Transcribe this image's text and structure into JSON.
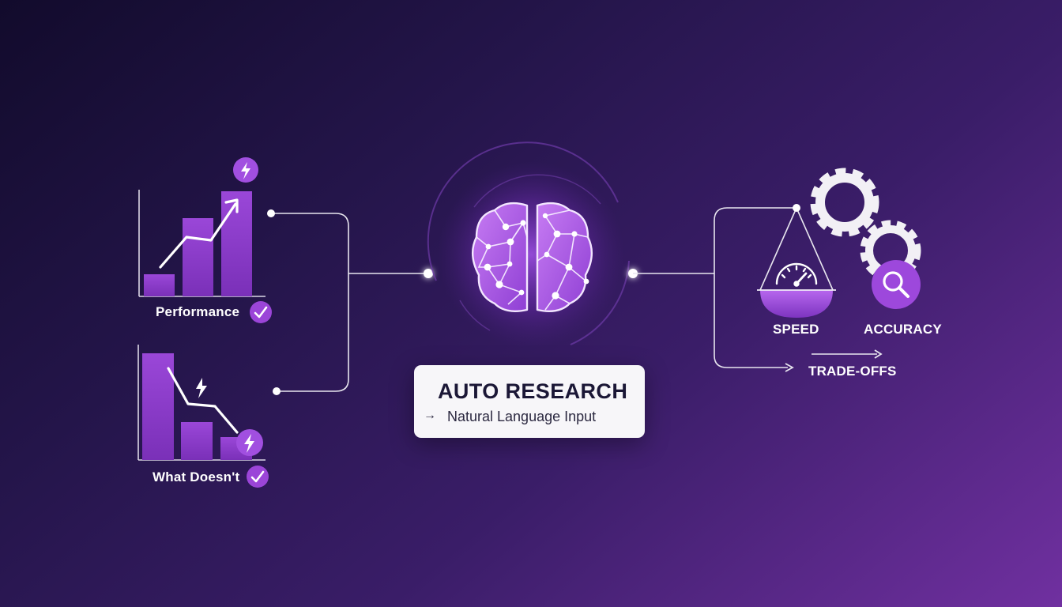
{
  "labels": {
    "performance": "Performance",
    "what_doesnt": "What Doesn't",
    "speed": "SPEED",
    "accuracy": "ACCURACY",
    "tradeoffs": "TRADE-OFFS"
  },
  "card": {
    "title": "AUTO RESEARCH",
    "arrow": "→",
    "subtitle": "Natural Language Input"
  },
  "colors": {
    "accent": "#9b45d8",
    "accent_light": "#b36be8",
    "bar": "#8a3cc6",
    "line": "#e8e6ef"
  },
  "icons": [
    "lightning-icon",
    "check-icon",
    "brain-icon",
    "gear-icon",
    "speedometer-icon",
    "magnifier-icon",
    "scale-icon"
  ]
}
